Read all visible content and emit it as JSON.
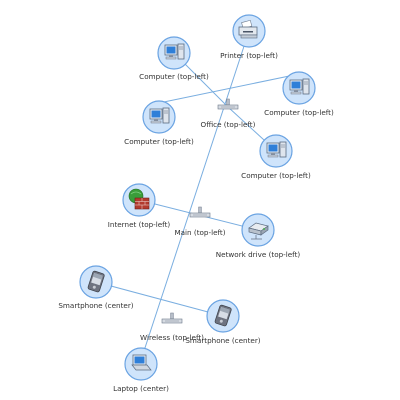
{
  "colors": {
    "edge": "#7aaee0",
    "node_ring": "#6aa3e2",
    "node_fill": "#cfe4fb",
    "label": "#333333"
  },
  "nodes": {
    "printer": {
      "label": "Printer (top-left)",
      "icon": "printer-icon"
    },
    "computer_1": {
      "label": "Computer (top-left)",
      "icon": "computer-icon"
    },
    "computer_2": {
      "label": "Computer (top-left)",
      "icon": "computer-icon"
    },
    "computer_3": {
      "label": "Computer (top-left)",
      "icon": "computer-icon"
    },
    "computer_4": {
      "label": "Computer (top-left)",
      "icon": "computer-icon"
    },
    "office": {
      "label": "Office (top-left)",
      "icon": "hub-icon"
    },
    "internet": {
      "label": "Internet (top-left)",
      "icon": "firewall-globe-icon"
    },
    "main": {
      "label": "Main (top-left)",
      "icon": "hub-icon"
    },
    "network_drive": {
      "label": "Network drive (top-left)",
      "icon": "network-drive-icon"
    },
    "smartphone_1": {
      "label": "Smartphone (center)",
      "icon": "smartphone-icon"
    },
    "smartphone_2": {
      "label": "Smartphone (center)",
      "icon": "smartphone-icon"
    },
    "wireless": {
      "label": "Wireless (top-left)",
      "icon": "hub-icon"
    },
    "laptop": {
      "label": "Laptop (center)",
      "icon": "laptop-icon"
    }
  }
}
